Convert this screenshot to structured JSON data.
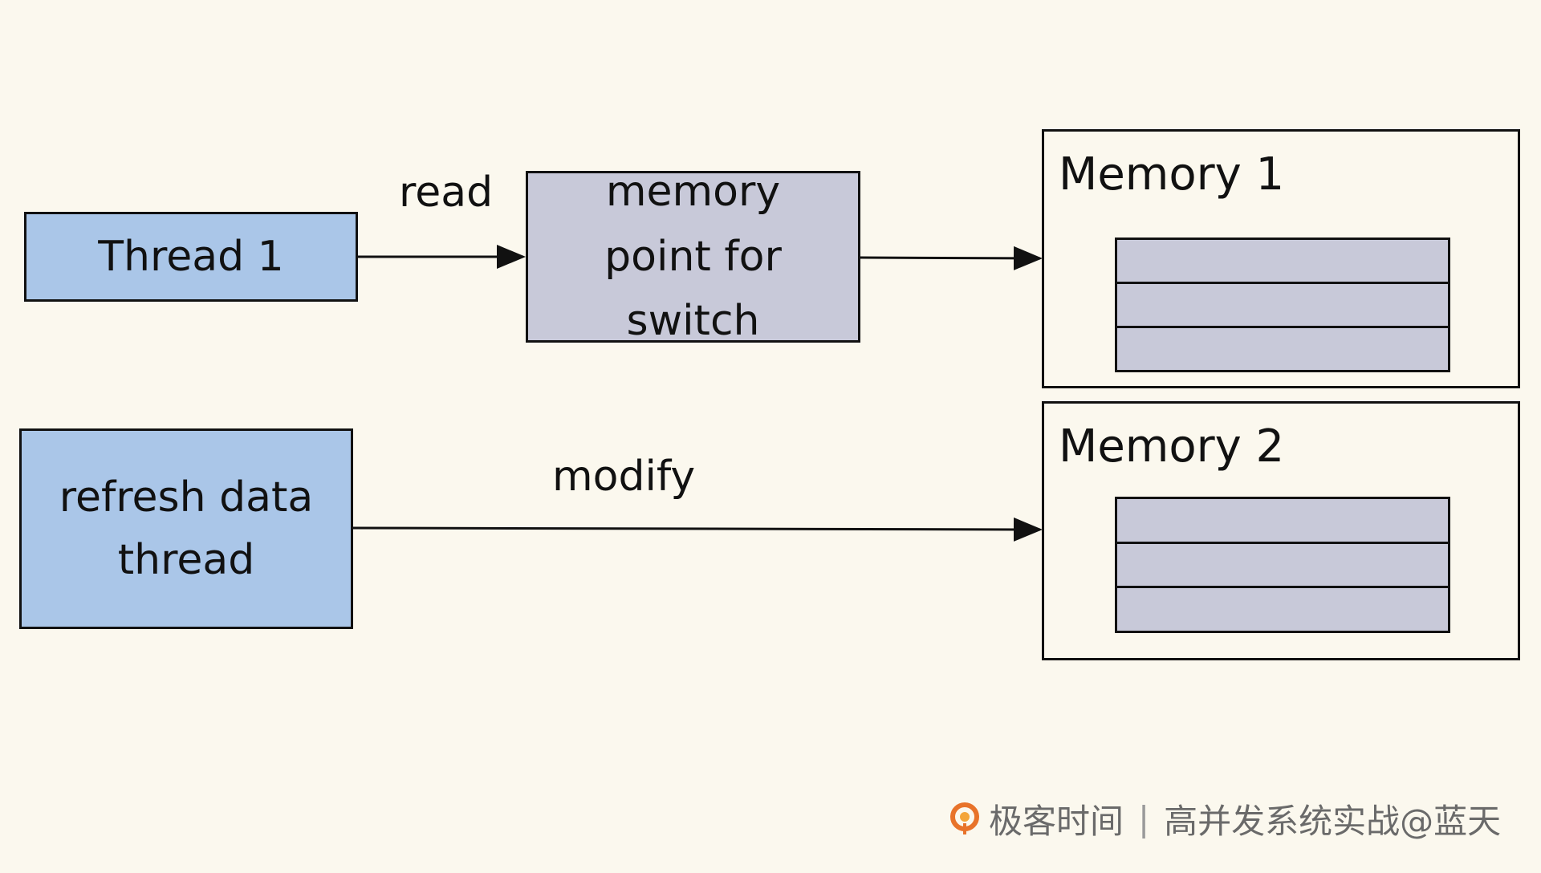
{
  "thread1": {
    "label": "Thread 1"
  },
  "refresh_thread": {
    "lines": [
      "refresh data",
      "thread"
    ]
  },
  "pointer": {
    "lines": [
      "memory",
      "point for",
      "switch"
    ]
  },
  "memory1": {
    "title": "Memory 1",
    "slot_count": 3
  },
  "memory2": {
    "title": "Memory 2",
    "slot_count": 3
  },
  "arrows": {
    "read_label": "read",
    "modify_label": "modify"
  },
  "watermark": {
    "brand": "极客时间",
    "separator": "|",
    "course": "高并发系统实战@蓝天"
  },
  "colors": {
    "background": "#fbf8ee",
    "thread_fill": "#aac6e8",
    "pointer_fill": "#c8c9d9",
    "slot_fill": "#c8c9d9",
    "stroke": "#111111",
    "logo_orange": "#e8732a"
  }
}
